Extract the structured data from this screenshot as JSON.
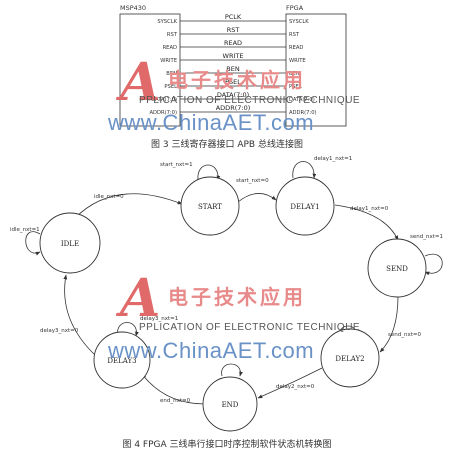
{
  "fig3": {
    "left_chip": "MSP430",
    "right_chip": "FPGA",
    "left_pins": [
      "SYSCLK",
      "RST",
      "READ",
      "WRITE",
      "BEN",
      "PSEL",
      "DATA(7:0)",
      "ADDR(7:0)"
    ],
    "right_pins": [
      "SYSCLK",
      "RST",
      "READ",
      "WRITE",
      "BEN",
      "PSEL",
      "DATA(7:0)",
      "ADDR(7:0)"
    ],
    "signals": [
      "PCLK",
      "RST",
      "READ",
      "WRITE",
      "BEN",
      "PSEL",
      "DATA(7:0)",
      "ADDR(7:0)"
    ],
    "caption": "图 3  三线寄存器接口 APB 总线连接图"
  },
  "fig4": {
    "states": {
      "idle": "IDLE",
      "start": "START",
      "delay1": "DELAY1",
      "send": "SEND",
      "delay2": "DELAY2",
      "end": "END",
      "delay3": "DELAY3"
    },
    "labels": {
      "idle_self": "idle_nxt=1",
      "idle_to_start": "idle_nxt=0",
      "start_self": "start_nxt=1",
      "start_to_delay1": "start_nxt=0",
      "delay1_self": "delay1_nxt=1",
      "delay1_to_send": "delay1_nxt=0",
      "send_self": "send_nxt=1",
      "send_to_delay2": "send_nxt=0",
      "delay2_to_end": "delay2_nxt=0",
      "end_to_delay3": "end_nxt=0",
      "delay3_self": "delay3_nxt=1",
      "delay3_to_idle": "delay3_nxt=0"
    },
    "caption": "图 4  FPGA 三线串行接口时序控制软件状态机转换图"
  },
  "watermark": {
    "letter": "A",
    "chinese": "电子技术应用",
    "english": "PPLICATION OF ELECTRONIC TECHNIQUE",
    "url": "www.ChinaAET.com"
  }
}
